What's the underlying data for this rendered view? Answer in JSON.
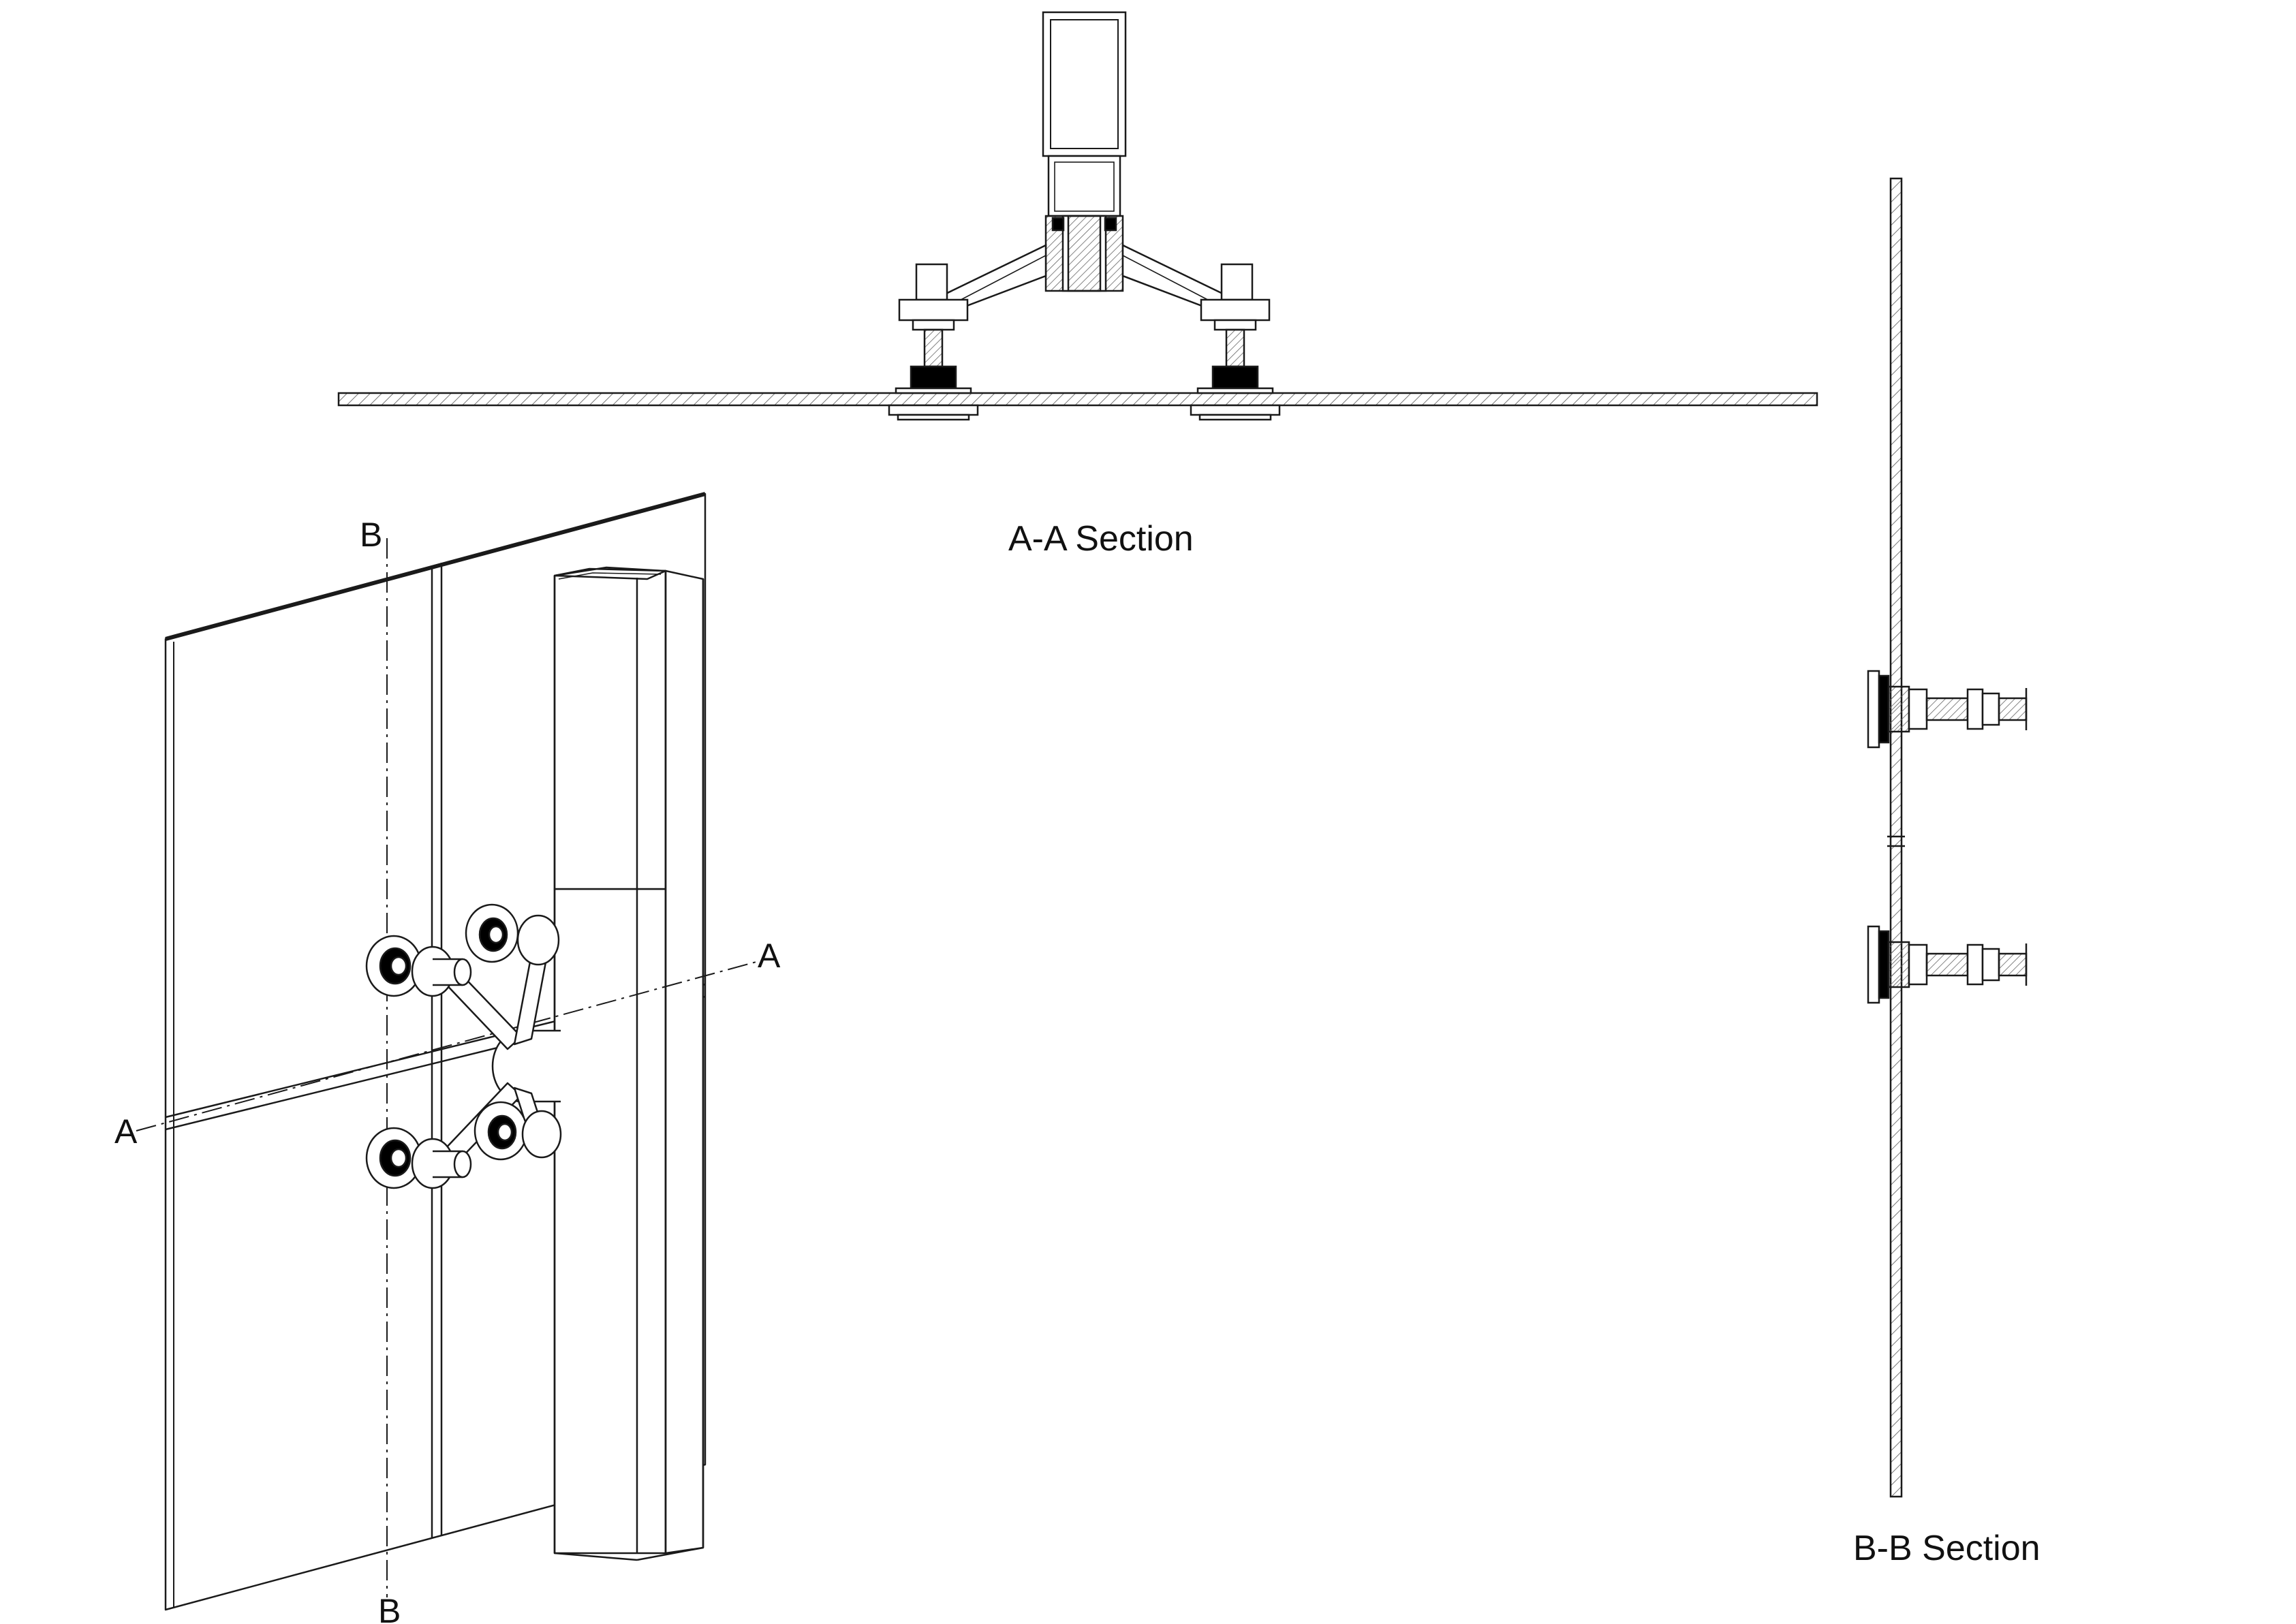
{
  "titles": {
    "aa_section": "A-A Section",
    "bb_section": "B-B Section"
  },
  "cut_labels": {
    "a_left": "A",
    "a_right": "A",
    "b_top": "B",
    "b_bottom": "B"
  },
  "colors": {
    "line": "#1a1a1a",
    "hatch": "#777777",
    "gasket": "#000000",
    "background": "#ffffff"
  }
}
